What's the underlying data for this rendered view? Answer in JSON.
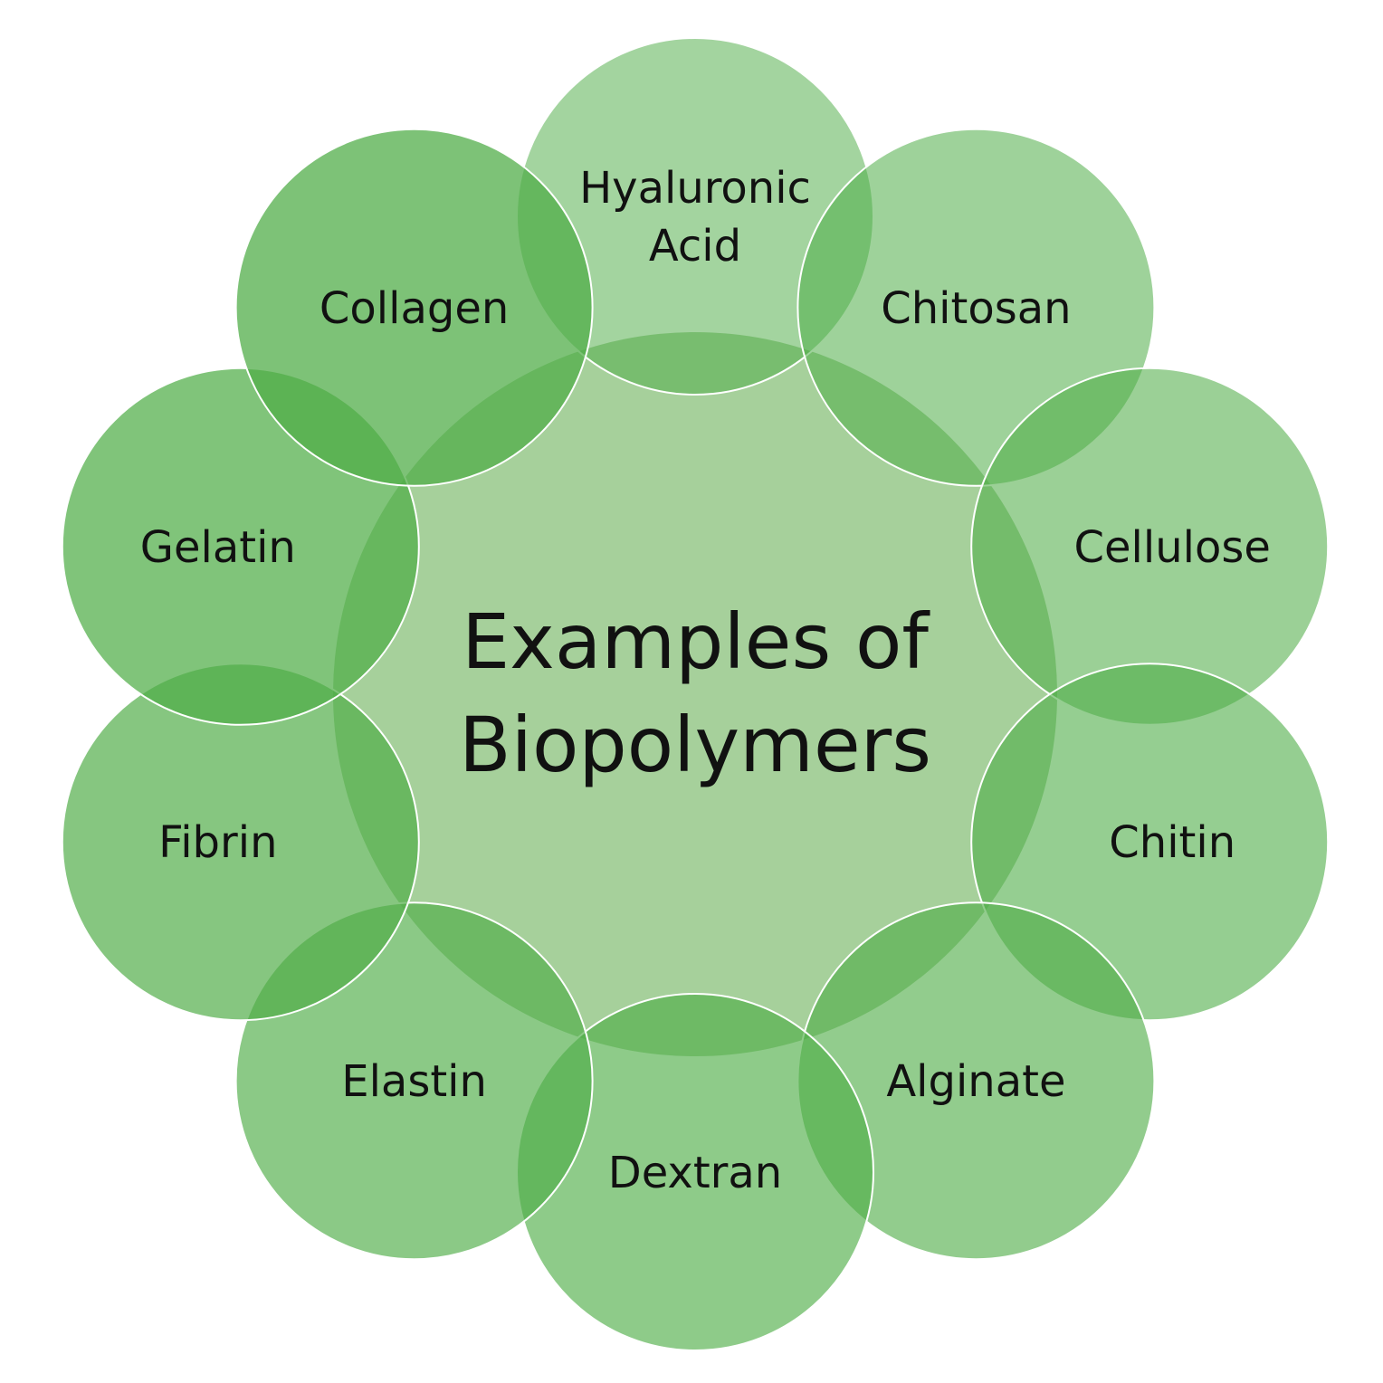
{
  "colors": {
    "center_fill": "#a6d09b",
    "node_fill": "#4fad47",
    "outline": "#ffffff",
    "text": "#111111",
    "background": "#ffffff"
  },
  "center": {
    "lines": [
      "Examples of",
      "Biopolymers"
    ]
  },
  "nodes": [
    {
      "id": "hyaluronic-acid",
      "lines": [
        "Hyaluronic",
        "Acid"
      ],
      "opacity": 0.52
    },
    {
      "id": "chitosan",
      "lines": [
        "Chitosan"
      ],
      "opacity": 0.55
    },
    {
      "id": "cellulose",
      "lines": [
        "Cellulose"
      ],
      "opacity": 0.57
    },
    {
      "id": "chitin",
      "lines": [
        "Chitin"
      ],
      "opacity": 0.6
    },
    {
      "id": "alginate",
      "lines": [
        "Alginate"
      ],
      "opacity": 0.62
    },
    {
      "id": "dextran",
      "lines": [
        "Dextran"
      ],
      "opacity": 0.64
    },
    {
      "id": "elastin",
      "lines": [
        "Elastin"
      ],
      "opacity": 0.66
    },
    {
      "id": "fibrin",
      "lines": [
        "Fibrin"
      ],
      "opacity": 0.69
    },
    {
      "id": "gelatin",
      "lines": [
        "Gelatin"
      ],
      "opacity": 0.72
    },
    {
      "id": "collagen",
      "lines": [
        "Collagen"
      ],
      "opacity": 0.74
    }
  ]
}
